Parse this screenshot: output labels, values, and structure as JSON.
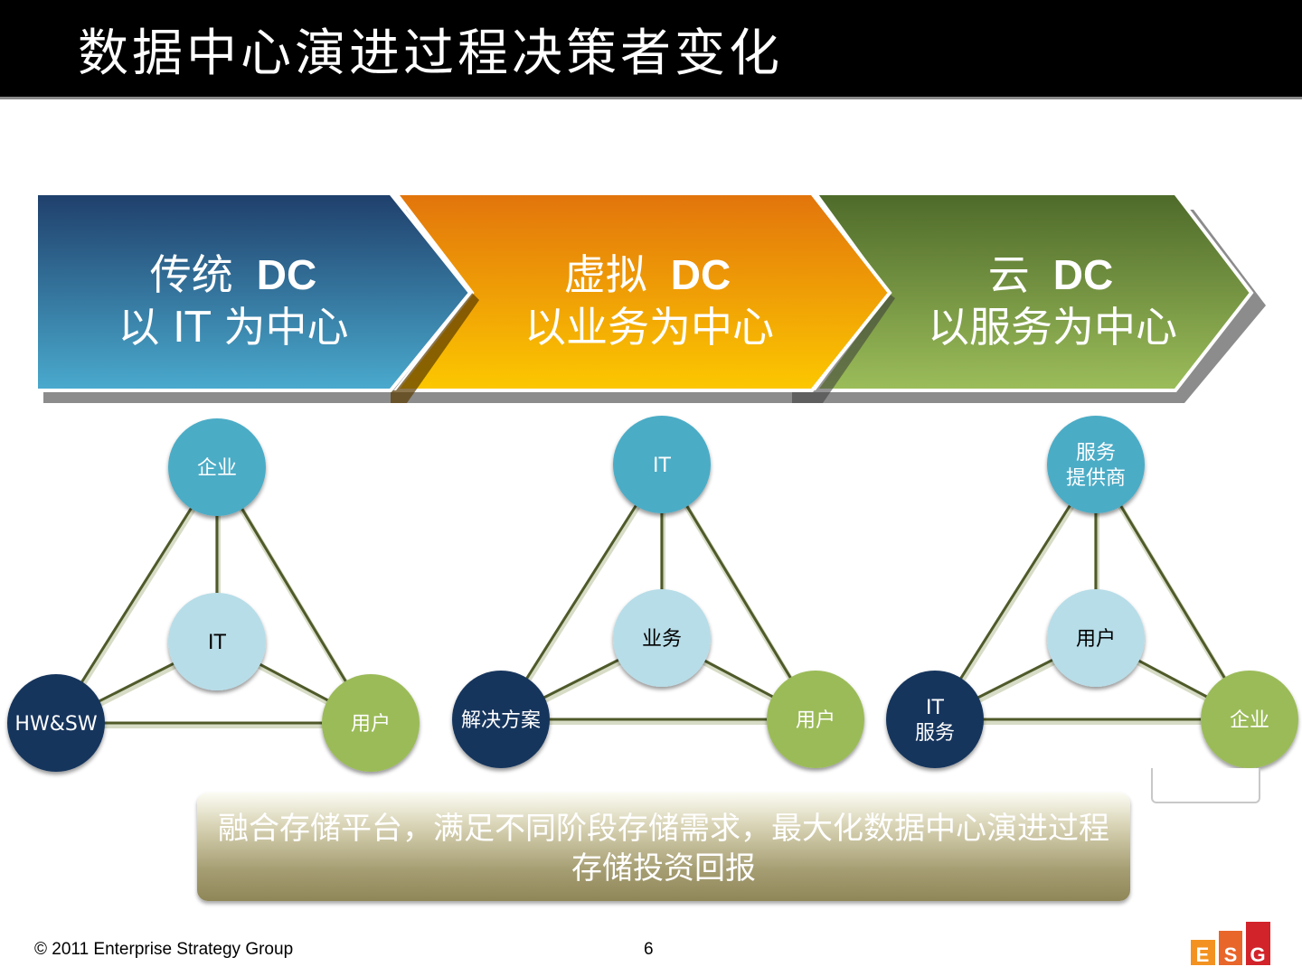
{
  "title": "数据中心演进过程决策者变化",
  "chevrons": [
    {
      "line1_cjk": "传统",
      "line1_latin": "DC",
      "line2": "以 IT 为中心",
      "top_color": "#1f3f6b",
      "bottom_color": "#4aaace"
    },
    {
      "line1_cjk": "虚拟",
      "line1_latin": "DC",
      "line2": "以业务为中心",
      "top_color": "#e2740c",
      "bottom_color": "#fcc800"
    },
    {
      "line1_cjk": "云",
      "line1_latin": "DC",
      "line2": "以服务为中心",
      "top_color": "#4e6a2a",
      "bottom_color": "#9cbd5a"
    }
  ],
  "diagrams": [
    {
      "top": [
        "企业"
      ],
      "center": [
        "IT"
      ],
      "left": [
        "HW&SW"
      ],
      "right": [
        "用户"
      ]
    },
    {
      "top": [
        "IT"
      ],
      "center": [
        "业务"
      ],
      "left": [
        "解决方案"
      ],
      "right": [
        "用户"
      ]
    },
    {
      "top": [
        "服务",
        "提供商"
      ],
      "center": [
        "用户"
      ],
      "left": [
        "IT",
        "服务"
      ],
      "right": [
        "企业"
      ]
    }
  ],
  "node_colors": {
    "top": "#4bacc6",
    "center": "#b7dde8",
    "left": "#17365d",
    "right": "#9bbb59"
  },
  "summary": "融合存储平台，满足不同阶段存储需求，最大化数据中心演进过程存储投资回报",
  "footer": {
    "copyright": "© 2011 Enterprise Strategy Group",
    "page": "6"
  },
  "logo": "ESG"
}
